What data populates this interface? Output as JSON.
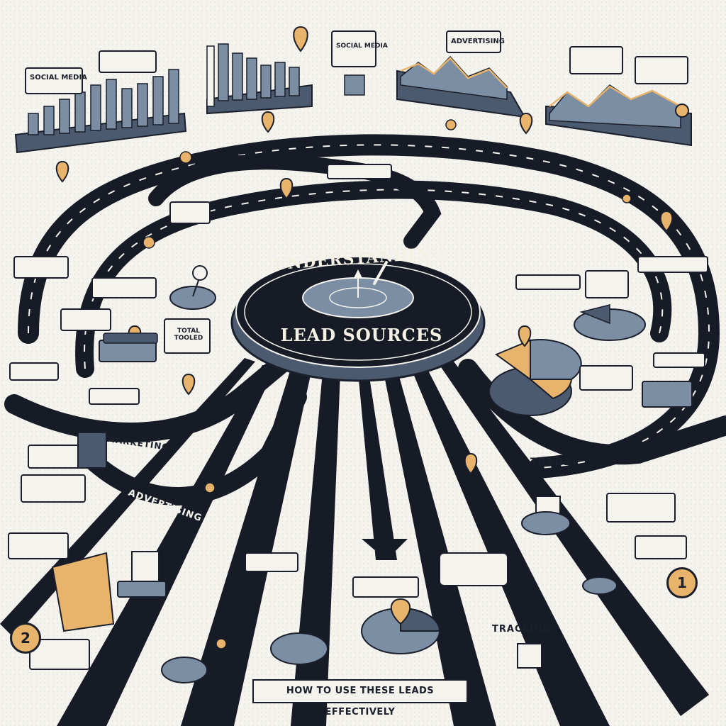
{
  "hub": {
    "title_line1": "UNDERSTANDING",
    "title_line2": "LEAD SOURCES"
  },
  "top_panels": {
    "left_panel_label": "SOCIAL MEDIA",
    "center_sign": "SOCIAL MEDIA",
    "right_panel_label": "ADVERTISING"
  },
  "road_labels": {
    "advertising": "ADVERTISING",
    "trade": "TRADE",
    "marketing": "MARKETING",
    "tracking": "TRACKING",
    "total": "TOTAL TOOLED"
  },
  "footer": {
    "text": "HOW TO USE THESE LEADS EFFECTIVELY"
  },
  "badges": {
    "left_number": "2",
    "right_number": "1"
  },
  "colors": {
    "road": "#161b26",
    "paper": "#f4f3ee",
    "slate": "#7c8ea3",
    "accent": "#e8b46c",
    "ink": "#1a1f2b"
  }
}
